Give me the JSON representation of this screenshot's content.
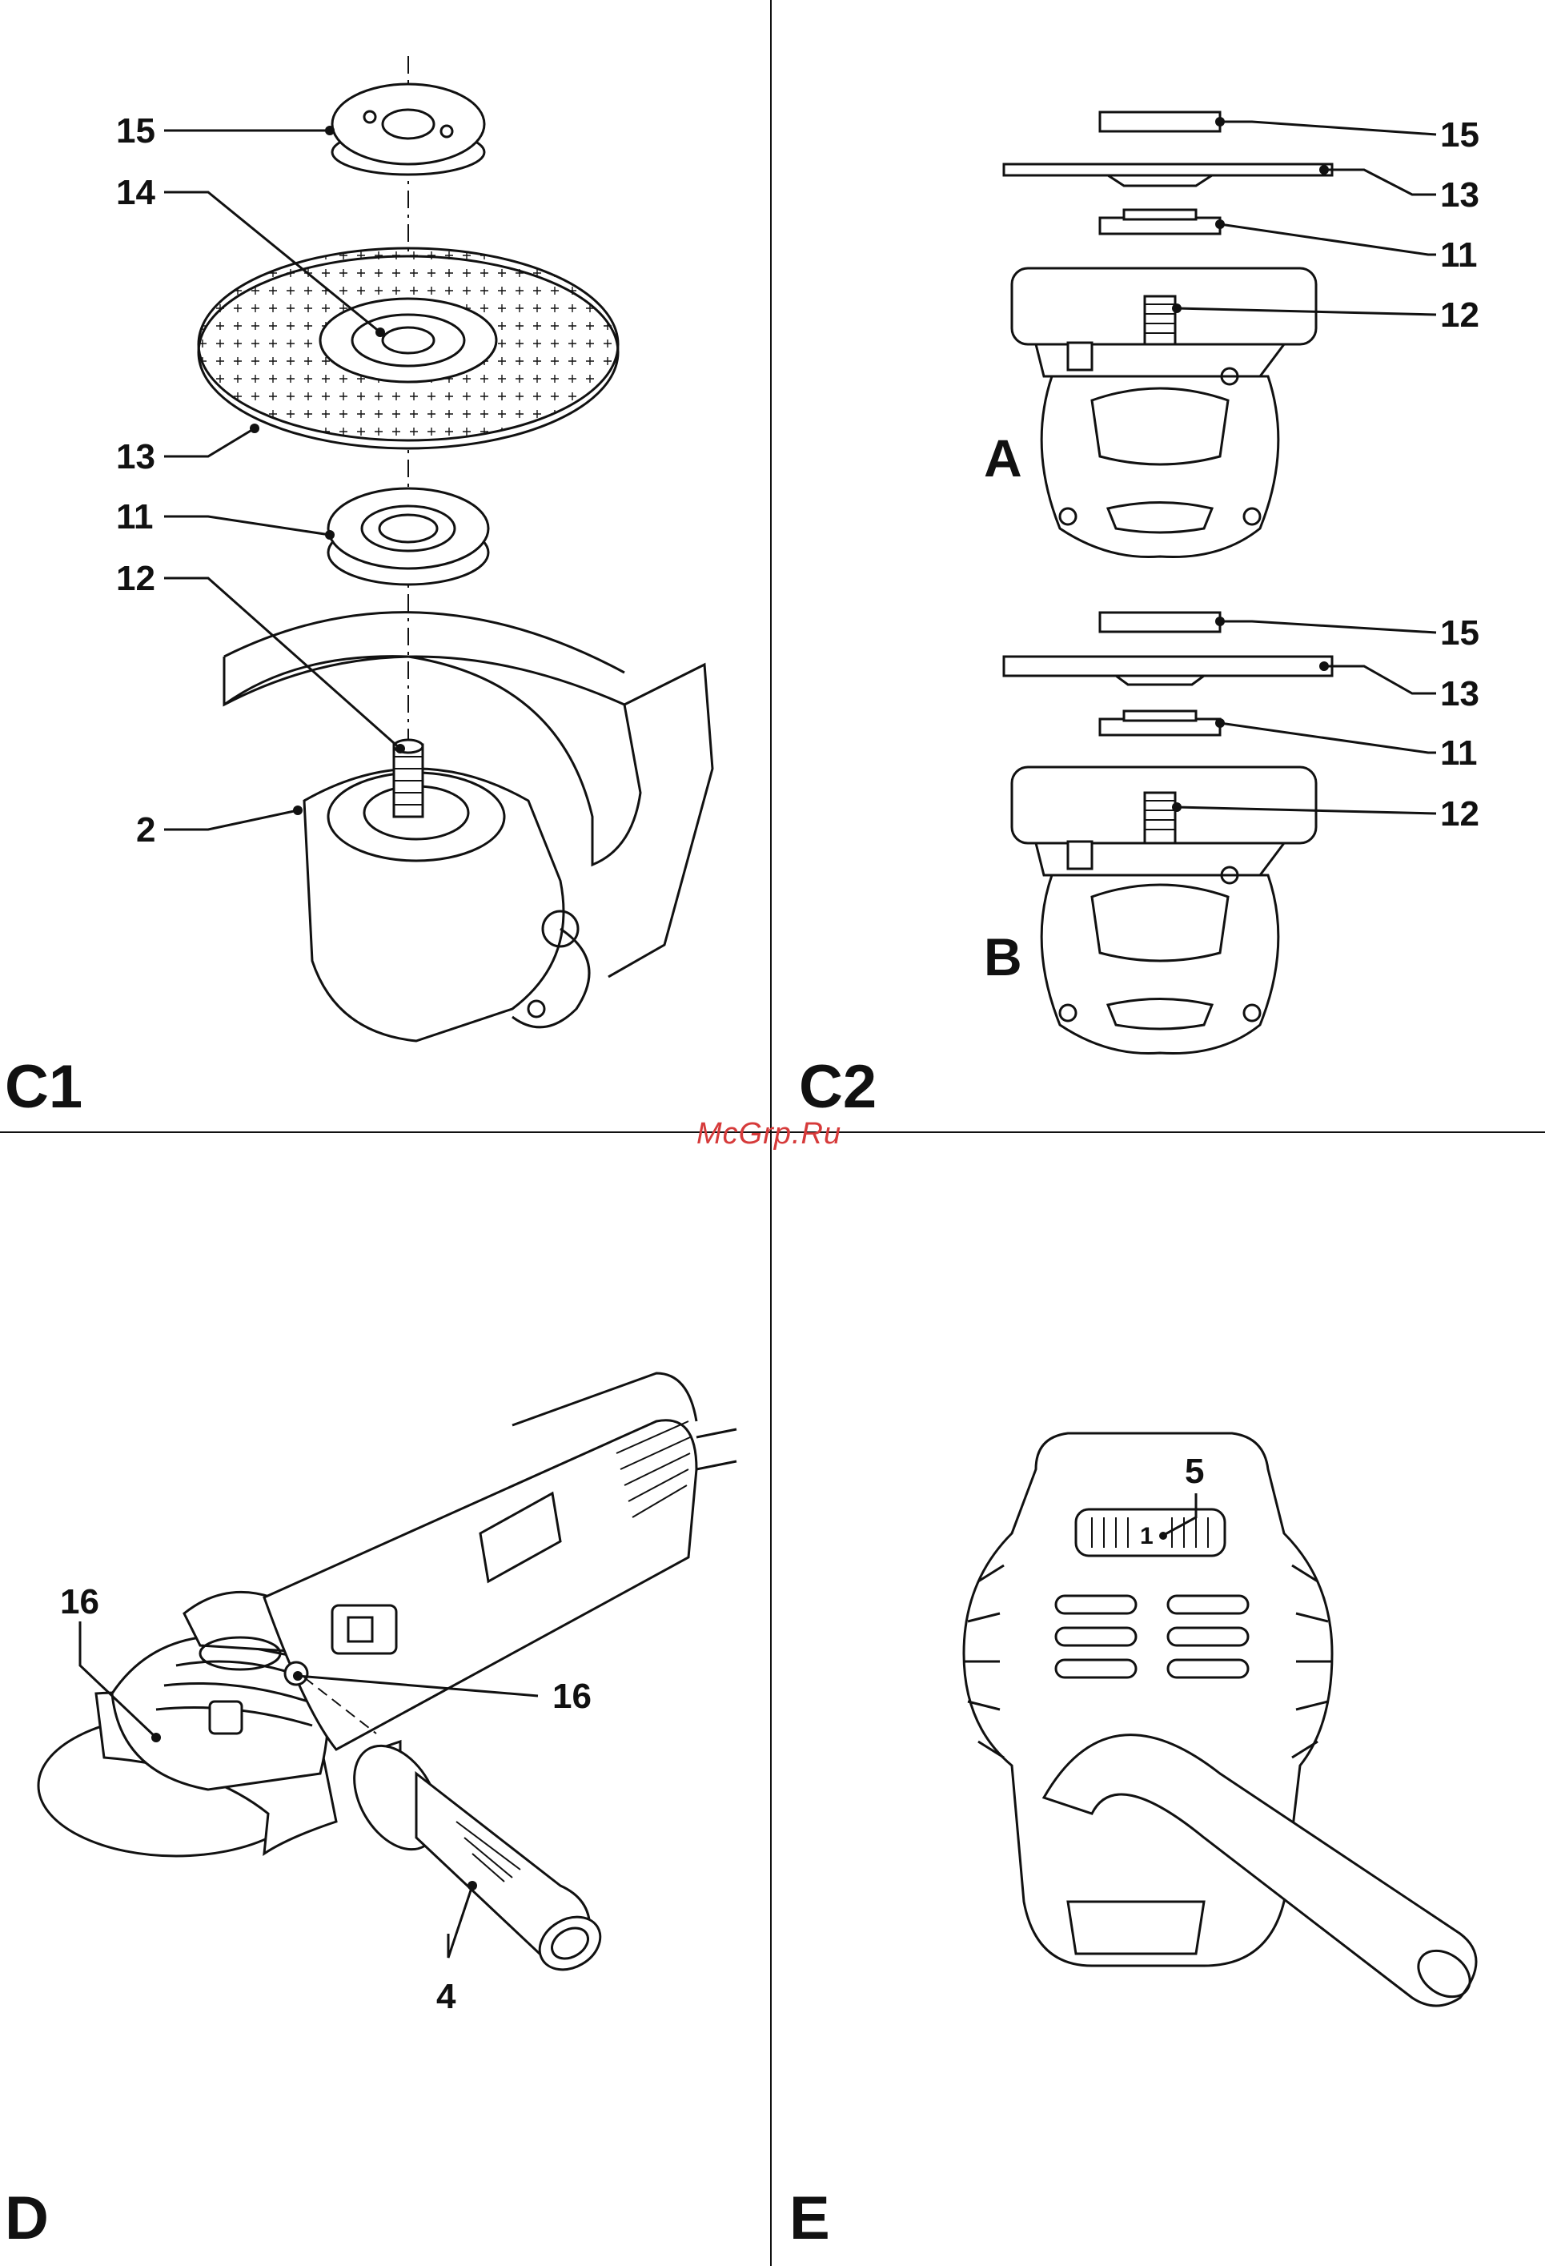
{
  "watermark": "McGrp.Ru",
  "panels": {
    "c1": {
      "label": "C1",
      "callouts": [
        "15",
        "14",
        "13",
        "11",
        "12",
        "2"
      ]
    },
    "c2": {
      "label": "C2",
      "sub_a": "A",
      "sub_b": "B",
      "callouts_a": [
        "15",
        "13",
        "11",
        "12"
      ],
      "callouts_b": [
        "15",
        "13",
        "11",
        "12"
      ]
    },
    "d": {
      "label": "D",
      "callouts": [
        "16",
        "16",
        "4"
      ]
    },
    "e": {
      "label": "E",
      "callouts": [
        "5"
      ],
      "switch_value": "1"
    }
  }
}
